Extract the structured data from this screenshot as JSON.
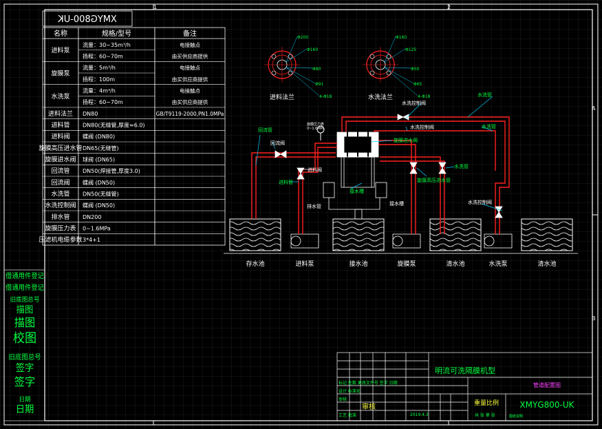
{
  "border": {
    "col_labels": [
      "1",
      "2"
    ],
    "row_labels": [
      "A",
      "B"
    ]
  },
  "spec_table": {
    "code_mirrored": "XMYG800-UK",
    "headers": [
      "名称",
      "规格/型号",
      "备注"
    ],
    "rows": [
      {
        "name": "进料泵",
        "spec": [
          "流量：30~35m³/h",
          "扬程：60~70m"
        ],
        "note": [
          "电接触点",
          "由买供应商提供"
        ]
      },
      {
        "name": "旋膜泵",
        "spec": [
          "流量：5m³/h",
          "扬程：100m"
        ],
        "note": [
          "电接触点",
          "由买供应商提供"
        ]
      },
      {
        "name": "水洗泵",
        "spec": [
          "流量：4m³/h",
          "扬程：60~70m"
        ],
        "note": [
          "电接触点",
          "由买供应商提供"
        ]
      },
      {
        "name": "进料法兰",
        "spec": [
          "DN80"
        ],
        "note": [
          "GB/T9119-2000,PN1.0MPa"
        ]
      },
      {
        "name": "进料管",
        "spec": [
          "DN80(无缝管,厚度≈6.0)"
        ],
        "note": []
      },
      {
        "name": "进料阀",
        "spec": [
          "蝶阀 (DN80)"
        ],
        "note": []
      },
      {
        "name": "旋膜高压进水管",
        "spec": [
          "DN65(无缝管)"
        ],
        "note": []
      },
      {
        "name": "旋膜进水阀",
        "spec": [
          "球阀 (DN65)"
        ],
        "note": []
      },
      {
        "name": "回流管",
        "spec": [
          "DN50(焊接管,厚度3.0)"
        ],
        "note": []
      },
      {
        "name": "回流阀",
        "spec": [
          "蝶阀 (DN50)"
        ],
        "note": []
      },
      {
        "name": "水洗管",
        "spec": [
          "DN50(无缝管)"
        ],
        "note": []
      },
      {
        "name": "水洗控制阀",
        "spec": [
          "蝶阀 (DN50)"
        ],
        "note": []
      },
      {
        "name": "排水管",
        "spec": [
          "DN200"
        ],
        "note": []
      },
      {
        "name": "旋膜压力表",
        "spec": [
          "0~1.6MPa"
        ],
        "note": []
      },
      {
        "name": "压滤机电缆参数",
        "spec": [
          "3*4+1"
        ],
        "note": []
      }
    ]
  },
  "flanges": [
    {
      "label": "进料法兰",
      "dims": [
        "Φ200",
        "Φ160",
        "Φ80",
        "Φ91",
        "4-Φ18"
      ]
    },
    {
      "label": "水洗法兰",
      "dims": [
        "Φ160",
        "Φ125",
        "Φ50",
        "Φ65",
        "4-Φ18"
      ]
    }
  ],
  "diagram": {
    "gauge_label": [
      "旋膜压力表",
      "0~1.6MPa"
    ],
    "callouts": {
      "feed_pipe": "进料管",
      "return_pipe": "回流管",
      "return_valve": "回流阀",
      "feed_valve": "进料阀",
      "drain_pipe": "排水管",
      "drain_tank": "接水槽",
      "wash_valve_top": "水洗控制阀",
      "wash_pipe": "水洗管",
      "wash_valve_mid": "水洗控制阀",
      "wash_pipe_2": "水洗管",
      "membrane_inlet_valve": "旋膜进水阀",
      "membrane_hp_pipe": "旋膜高压进水管",
      "wash_valve_low": "水洗控制阀",
      "tank_label": "接水槽",
      "wash_pipe_3": "水洗管"
    },
    "tanks": [
      "存水池",
      "进料泵",
      "接水池",
      "旋膜泵",
      "清水池",
      "水洗泵",
      "清水池"
    ]
  },
  "side_stamp": [
    "借通用件登记",
    "借通用件登记",
    "旧底图总号",
    "描图",
    "描图",
    "校图",
    "旧底图总号",
    "签字",
    "签字",
    "日期",
    "日期"
  ],
  "title_block": {
    "title": "明流可洗隔膜机型",
    "subtitle": "管道配置图",
    "drawing_no": "XMYG800-UK",
    "scale_label": "重量比例",
    "review_label": "审核",
    "rows_text": [
      "标记 处数 更改文件号 签字 日期",
      "设计 标准化",
      "审核",
      "工艺 批准"
    ],
    "meta": [
      "2019.4.3",
      "共 张 第 张"
    ],
    "small_tag": "图纸说明"
  },
  "colors": {
    "grid": "#808080",
    "frame": "#ffffff",
    "red": "#ff2020",
    "green": "#00ff40",
    "cyan": "#00d0ff",
    "magenta": "#ff40ff",
    "yellow": "#ffff40"
  }
}
